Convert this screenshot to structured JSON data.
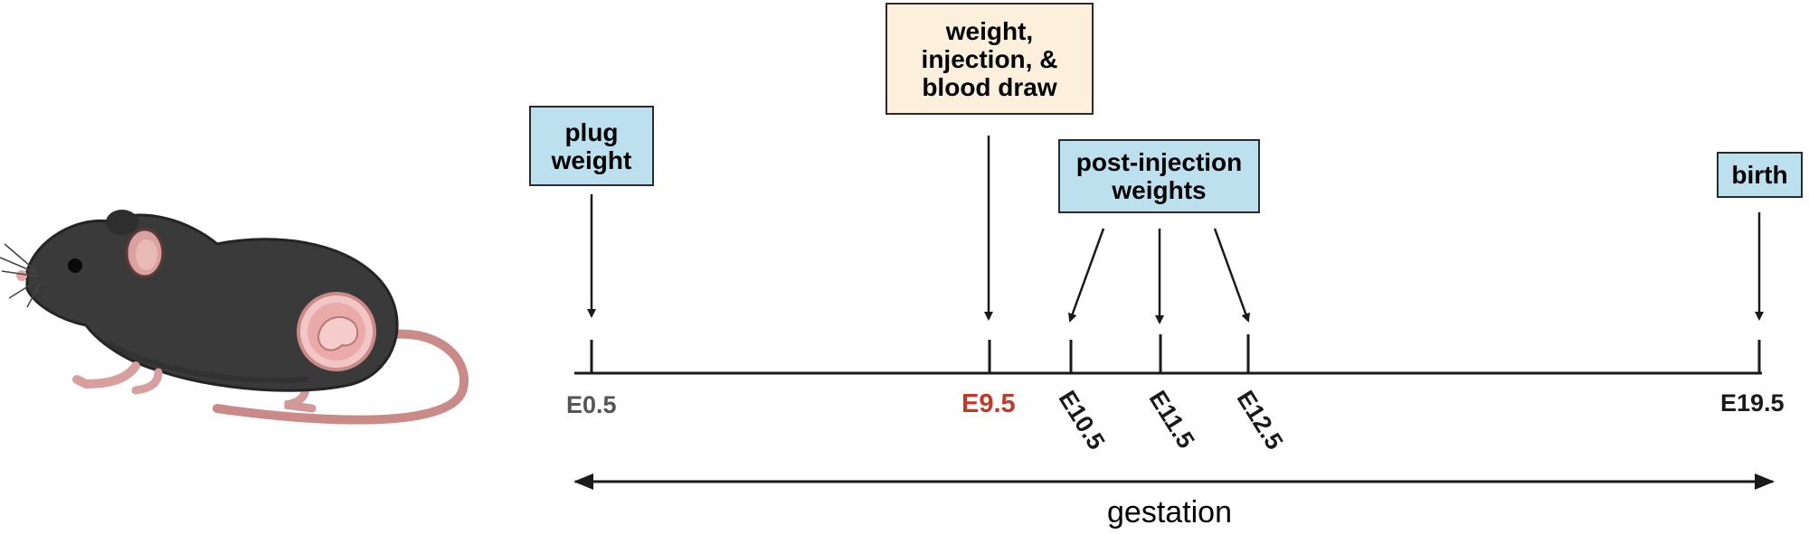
{
  "boxes": {
    "plug": "plug\nweight",
    "injection": "weight,\ninjection, &\nblood draw",
    "post": "post-injection\nweights",
    "birth": "birth"
  },
  "timepoints": {
    "e0_5": "E0.5",
    "e9_5": "E9.5",
    "e10_5": "E10.5",
    "e11_5": "E11.5",
    "e12_5": "E12.5",
    "e19_5": "E19.5"
  },
  "gestation_label": "gestation",
  "colors": {
    "box_blue": "#bde0ee",
    "box_cream": "#fcefdc",
    "highlight_red": "#c0392b",
    "mouse_fur": "#3a3a3a",
    "mouse_pink": "#d9a1a0"
  },
  "icons": {
    "mouse": "pregnant-mouse-icon"
  }
}
